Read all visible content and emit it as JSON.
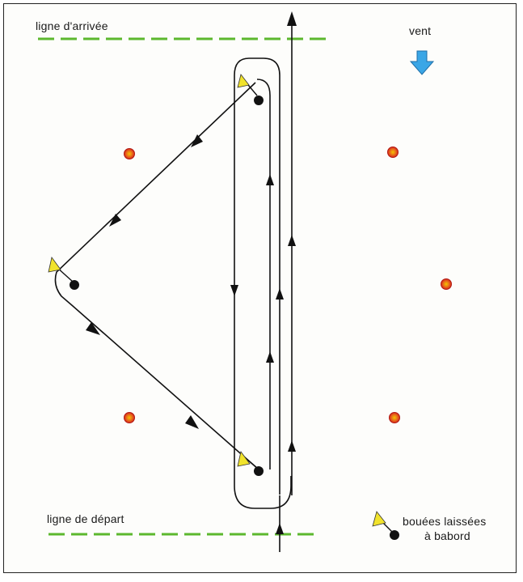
{
  "labels": {
    "finish_line": "ligne d'arrivée",
    "start_line": "ligne de départ",
    "wind": "vent",
    "legend_line1": "bouées laissées",
    "legend_line2": "à babord"
  },
  "icons": {
    "wind": "down-arrow-icon",
    "buoy": "black-buoy-icon",
    "flag": "yellow-flag-icon",
    "marker": "red-marker-icon"
  },
  "colors": {
    "line_green": "#5cb82e",
    "wind_blue": "#3aa6e6",
    "marker_red": "#d9241c",
    "marker_yellow": "#f4c400",
    "flag_yellow": "#f1e32c",
    "buoy_black": "#111111",
    "track": "#111111"
  }
}
